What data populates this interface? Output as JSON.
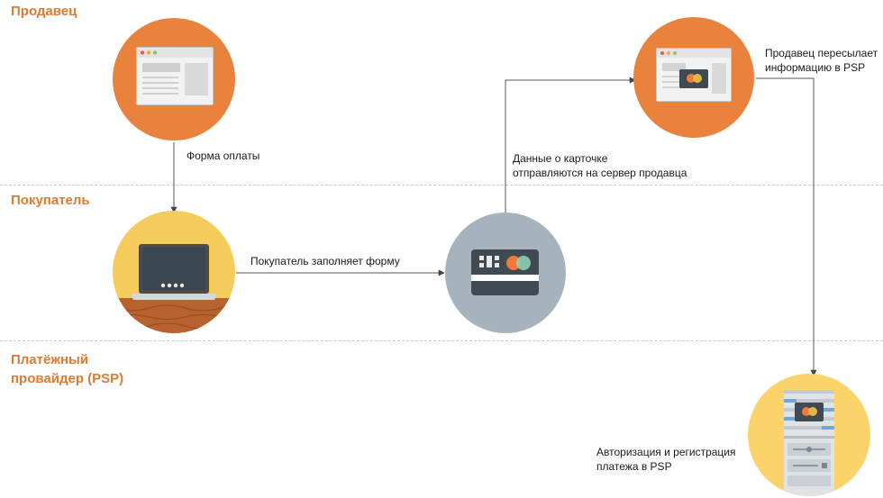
{
  "lanes": {
    "seller": "Продавец",
    "buyer": "Покупатель",
    "psp_line1": "Платёжный",
    "psp_line2": "провайдер (PSP)"
  },
  "steps": {
    "payment_form": "Форма оплаты",
    "buyer_fills": "Покупатель заполняет форму",
    "card_data_line1": "Данные о карточке",
    "card_data_line2": "отправляются на сервер продавца",
    "seller_forwards_line1": "Продавец пересылает",
    "seller_forwards_line2": "информацию в PSP",
    "auth_line1": "Авторизация и регистрация",
    "auth_line2": "платежа в PSP"
  },
  "colors": {
    "accent": "#e07a2e",
    "seller_circle": "#e8823c",
    "buyer_circle": "#f5cb5c",
    "card_circle": "#a7b3bc",
    "psp_circle": "#fbd36a"
  }
}
